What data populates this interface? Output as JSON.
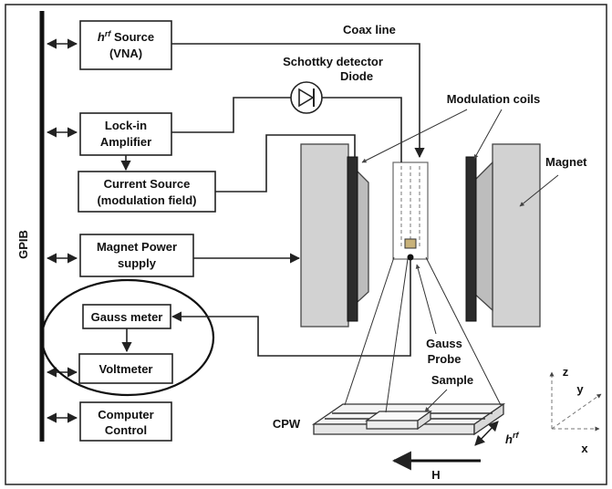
{
  "bus": {
    "label": "GPIB"
  },
  "instruments": {
    "rf_source": {
      "symbol": "h",
      "superscript": "rf",
      "line1": " Source",
      "line2": "(VNA)"
    },
    "lockin": {
      "line1": "Lock-in",
      "line2": "Amplifier"
    },
    "current_source": {
      "line1": "Current Source",
      "line2": "(modulation field)"
    },
    "magnet_power": {
      "line1": "Magnet Power",
      "line2": "supply"
    },
    "gaussmeter": {
      "label": "Gauss meter"
    },
    "voltmeter": {
      "label": "Voltmeter"
    },
    "computer": {
      "line1": "Computer",
      "line2": "Control"
    }
  },
  "labels": {
    "coax_line": "Coax line",
    "schottky_line1": "Schottky detector",
    "schottky_line2": "Diode",
    "modulation_coils": "Modulation coils",
    "magnet": "Magnet",
    "gauss_probe_line1": "Gauss",
    "gauss_probe_line2": "Probe",
    "sample": "Sample",
    "cpw": "CPW",
    "hrf_symbol": "h",
    "hrf_superscript": "rf",
    "h_field": "H"
  },
  "axes": {
    "z": "z",
    "y": "y",
    "x": "x"
  }
}
